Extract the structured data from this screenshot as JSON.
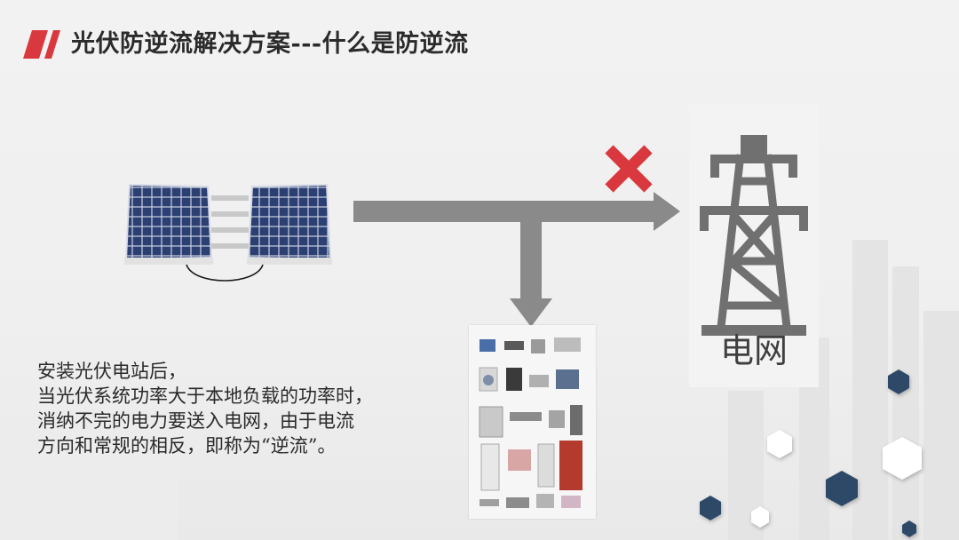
{
  "slide": {
    "title": "光伏防逆流解决方案---什么是防逆流",
    "grid_label": "电网",
    "description_lines": [
      "安装光伏电站后，",
      "当光伏系统功率大于本地负载的功率时，",
      "消纳不完的电力要送入电网，由于电流",
      "方向和常规的相反，即称为“逆流”。"
    ]
  },
  "colors": {
    "accent_red": "#d9383e",
    "arrow_gray": "#8a8a8a",
    "tower_gray": "#707070",
    "hex_navy": "#2f4a67",
    "panel_blue": "#2c3f73"
  },
  "icons": {
    "title_mark": "slash-bars-icon",
    "solar": "solar-panel-icon",
    "blocked": "red-x-icon",
    "grid": "power-tower-icon",
    "load": "home-appliances-image"
  }
}
